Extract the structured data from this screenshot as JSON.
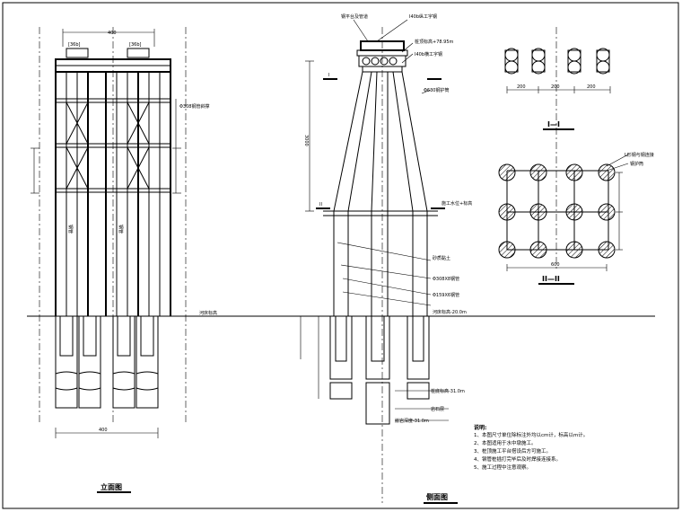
{
  "elevation": {
    "title": "立面图",
    "top_width": "400",
    "left_beam": "[36b]",
    "right_beam": "[36b]",
    "bracing_label": "Φ308钢管斜撑",
    "vertical_label_left": "钢管",
    "vertical_label_right": "钢管",
    "bottom_width": "400",
    "river_bed_label": "河床标高"
  },
  "section": {
    "title": "侧面图",
    "top_label_1": "钢平台及管道",
    "top_label_2": "I40b纵工字钢",
    "top_label_3": "桩顶标高+78.95m",
    "top_label_4": "I40b横工字钢",
    "cut_1": "I",
    "cut_2": "II",
    "steel_pipe": "Φ630钢护筒",
    "height_dim": "3000",
    "water_level": "施工水位+标高",
    "sand_label": "砂质黏土",
    "pipe_label_a": "Φ308X8钢管",
    "pipe_label_b": "Φ159X6钢管",
    "river_bed": "河床标高-20.0m",
    "pile_bottom": "桩底标高-31.0m",
    "rock_label": "岩石层",
    "bedrock": "嵌岩深度-31.0m"
  },
  "plan_top": {
    "title": "I—I",
    "dim_left": "200",
    "dim_mid": "200",
    "dim_right": "200"
  },
  "plan_bottom": {
    "title": "II—II",
    "callout_1": "L形钢与钢连接",
    "callout_2": "钢护筒",
    "dim": "600"
  },
  "notes": {
    "heading": "说明:",
    "lines": [
      "1、本图尺寸单位除标注外均以cm计，标高以m计。",
      "2、本图适用于水中墩施工。",
      "3、桩顶施工平台搭设后方可施工。",
      "4、钢管桩插打完毕后及时焊接连接系。",
      "5、施工过程中注意观察。"
    ]
  }
}
